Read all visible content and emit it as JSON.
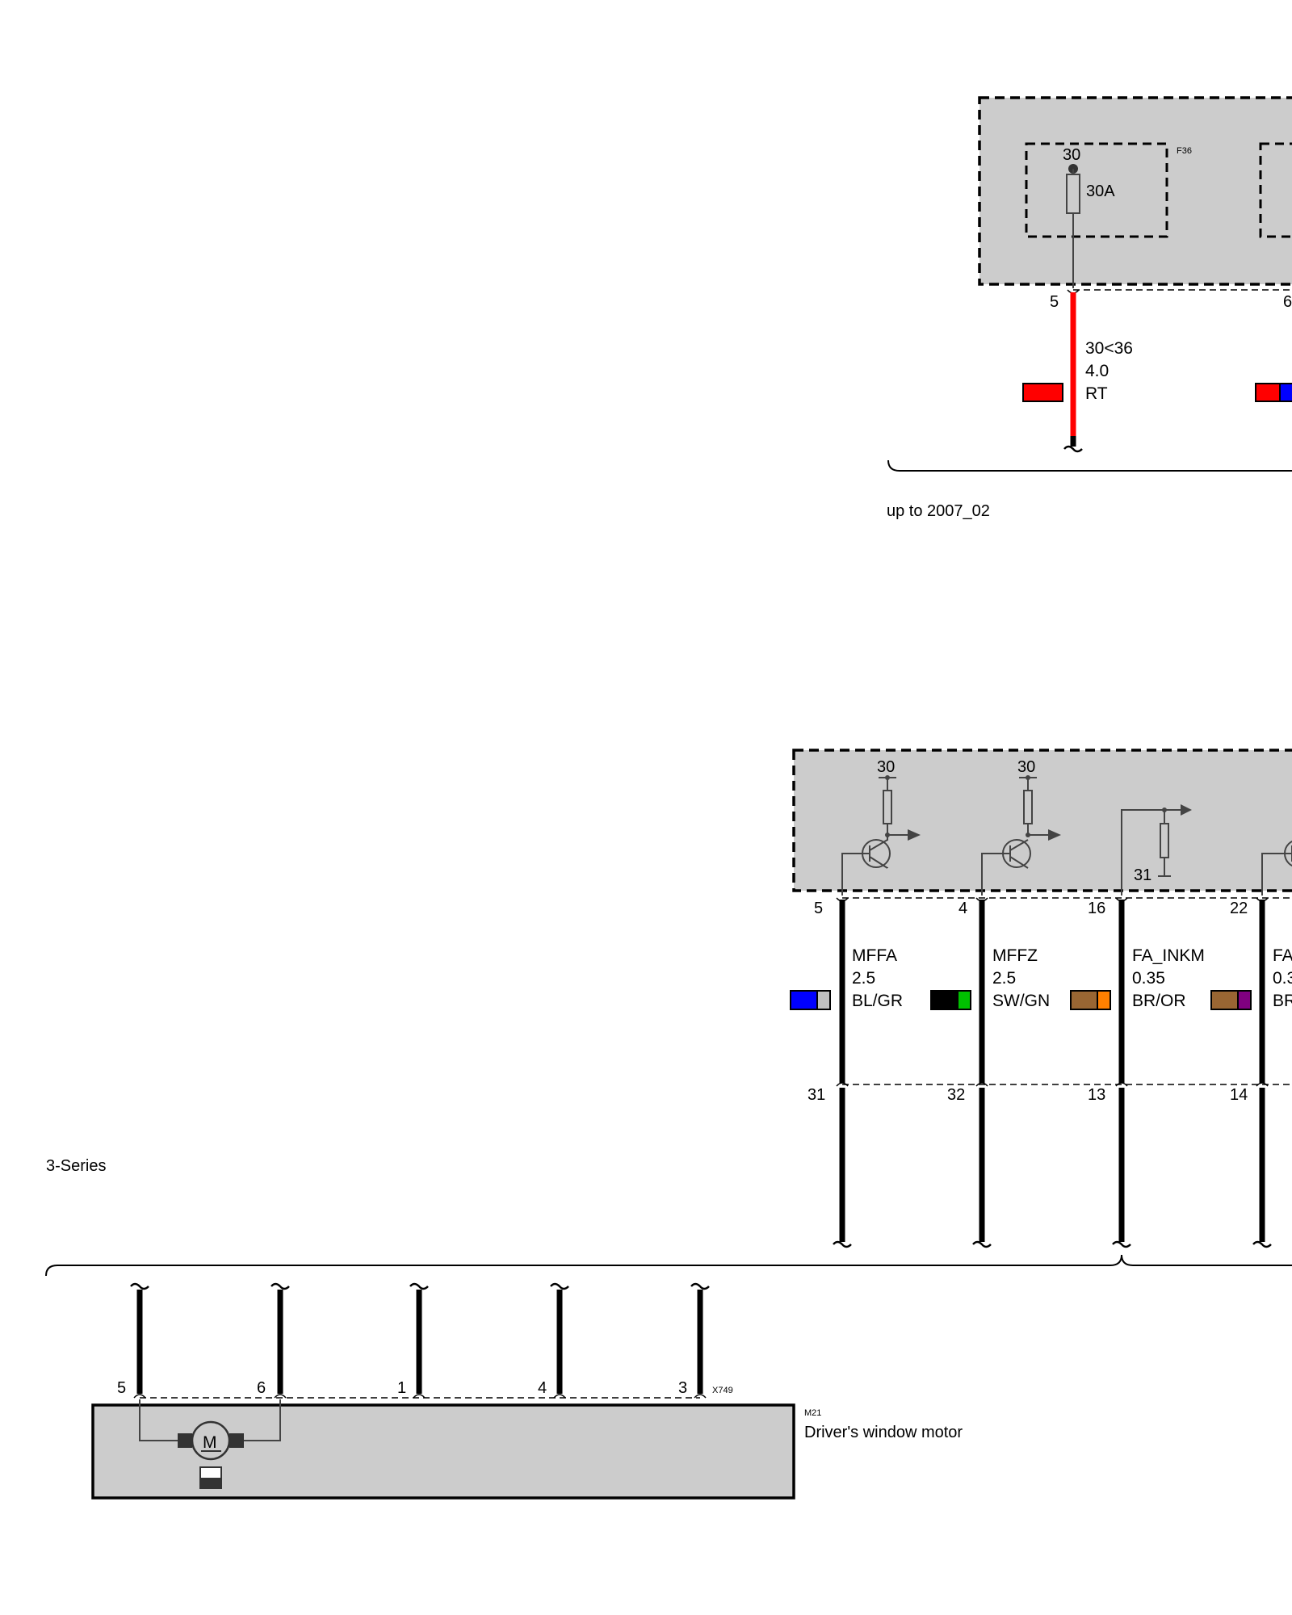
{
  "top_module": {
    "fuse_id": "F36",
    "fuse_terminal": "30",
    "fuse_rating": "30A",
    "pin_left": "5",
    "pin_right_partial": "6",
    "wire": {
      "signal": "30<36",
      "gauge": "4.0",
      "color_code": "RT"
    },
    "colors": {
      "red": "#ff0000",
      "blue": "#0000ff"
    }
  },
  "variant_top": "up to 2007_02",
  "variant_mid": "3-Series",
  "module_mid": {
    "supply_labels": [
      "30",
      "30"
    ],
    "ground_label": "31",
    "wires": [
      {
        "pin_top": "5",
        "pin_bottom": "31",
        "signal": "MFFA",
        "gauge": "2.5",
        "color_code": "BL/GR",
        "swatch": [
          "#0000ff",
          "#c0c0c0"
        ]
      },
      {
        "pin_top": "4",
        "pin_bottom": "32",
        "signal": "MFFZ",
        "gauge": "2.5",
        "color_code": "SW/GN",
        "swatch": [
          "#000000",
          "#00c000"
        ]
      },
      {
        "pin_top": "16",
        "pin_bottom": "13",
        "signal": "FA_INKM",
        "gauge": "0.35",
        "color_code": "BR/OR",
        "swatch": [
          "#996633",
          "#ff8000"
        ]
      },
      {
        "pin_top": "22",
        "pin_bottom": "14",
        "signal": "FA",
        "gauge": "0.3",
        "color_code": "BR",
        "swatch": [
          "#996633",
          "#800080"
        ]
      }
    ]
  },
  "motor": {
    "connector_id": "X749",
    "pins": [
      "5",
      "6",
      "1",
      "4",
      "3"
    ],
    "component_id": "M21",
    "component_name": "Driver's window motor",
    "motor_symbol": "M"
  }
}
